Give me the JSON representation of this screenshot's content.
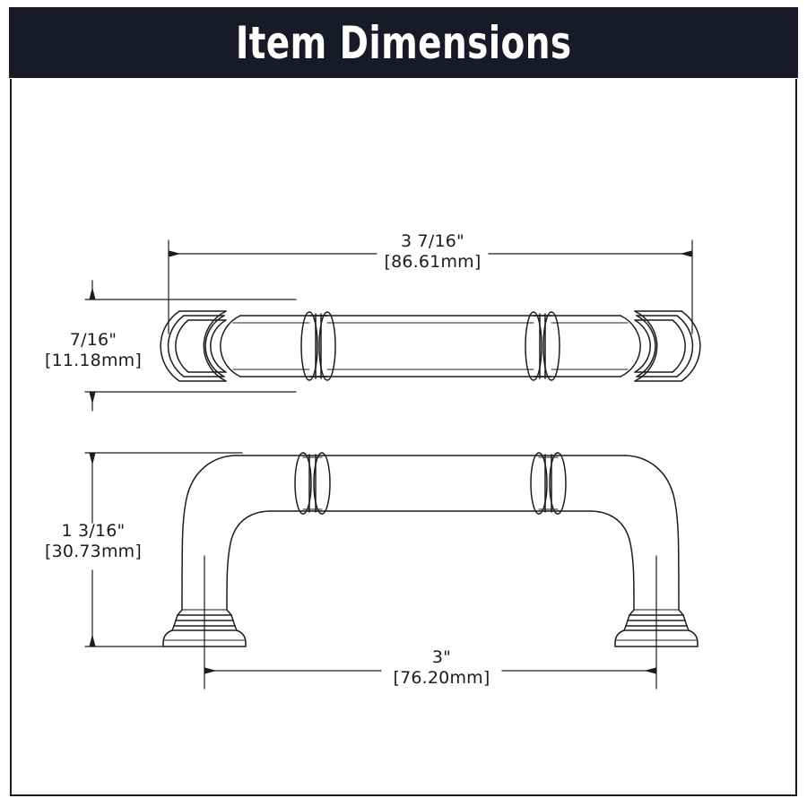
{
  "header": {
    "title": "Item Dimensions",
    "background_color": "#191a27",
    "text_color": "#ffffff"
  },
  "drawing": {
    "line_color": "#1c1c1c",
    "background_color": "#ffffff",
    "subject": "cabinet-pull-handle",
    "views": [
      {
        "name": "top-view",
        "label": ""
      },
      {
        "name": "side-elevation-view",
        "label": ""
      }
    ]
  },
  "dimensions": {
    "overall_length": {
      "name": "overall-length",
      "imperial": "3 7/16\"",
      "metric": "[86.61mm]",
      "orientation": "horizontal",
      "view": "top-view"
    },
    "bar_width": {
      "name": "bar-width",
      "imperial": "7/16\"",
      "metric": "[11.18mm]",
      "orientation": "vertical",
      "view": "top-view"
    },
    "projection_height": {
      "name": "projection-height",
      "imperial": "1 3/16\"",
      "metric": "[30.73mm]",
      "orientation": "vertical",
      "view": "side-elevation-view"
    },
    "center_to_center": {
      "name": "center-to-center",
      "imperial": "3\"",
      "metric": "[76.20mm]",
      "orientation": "horizontal",
      "view": "side-elevation-view"
    }
  }
}
